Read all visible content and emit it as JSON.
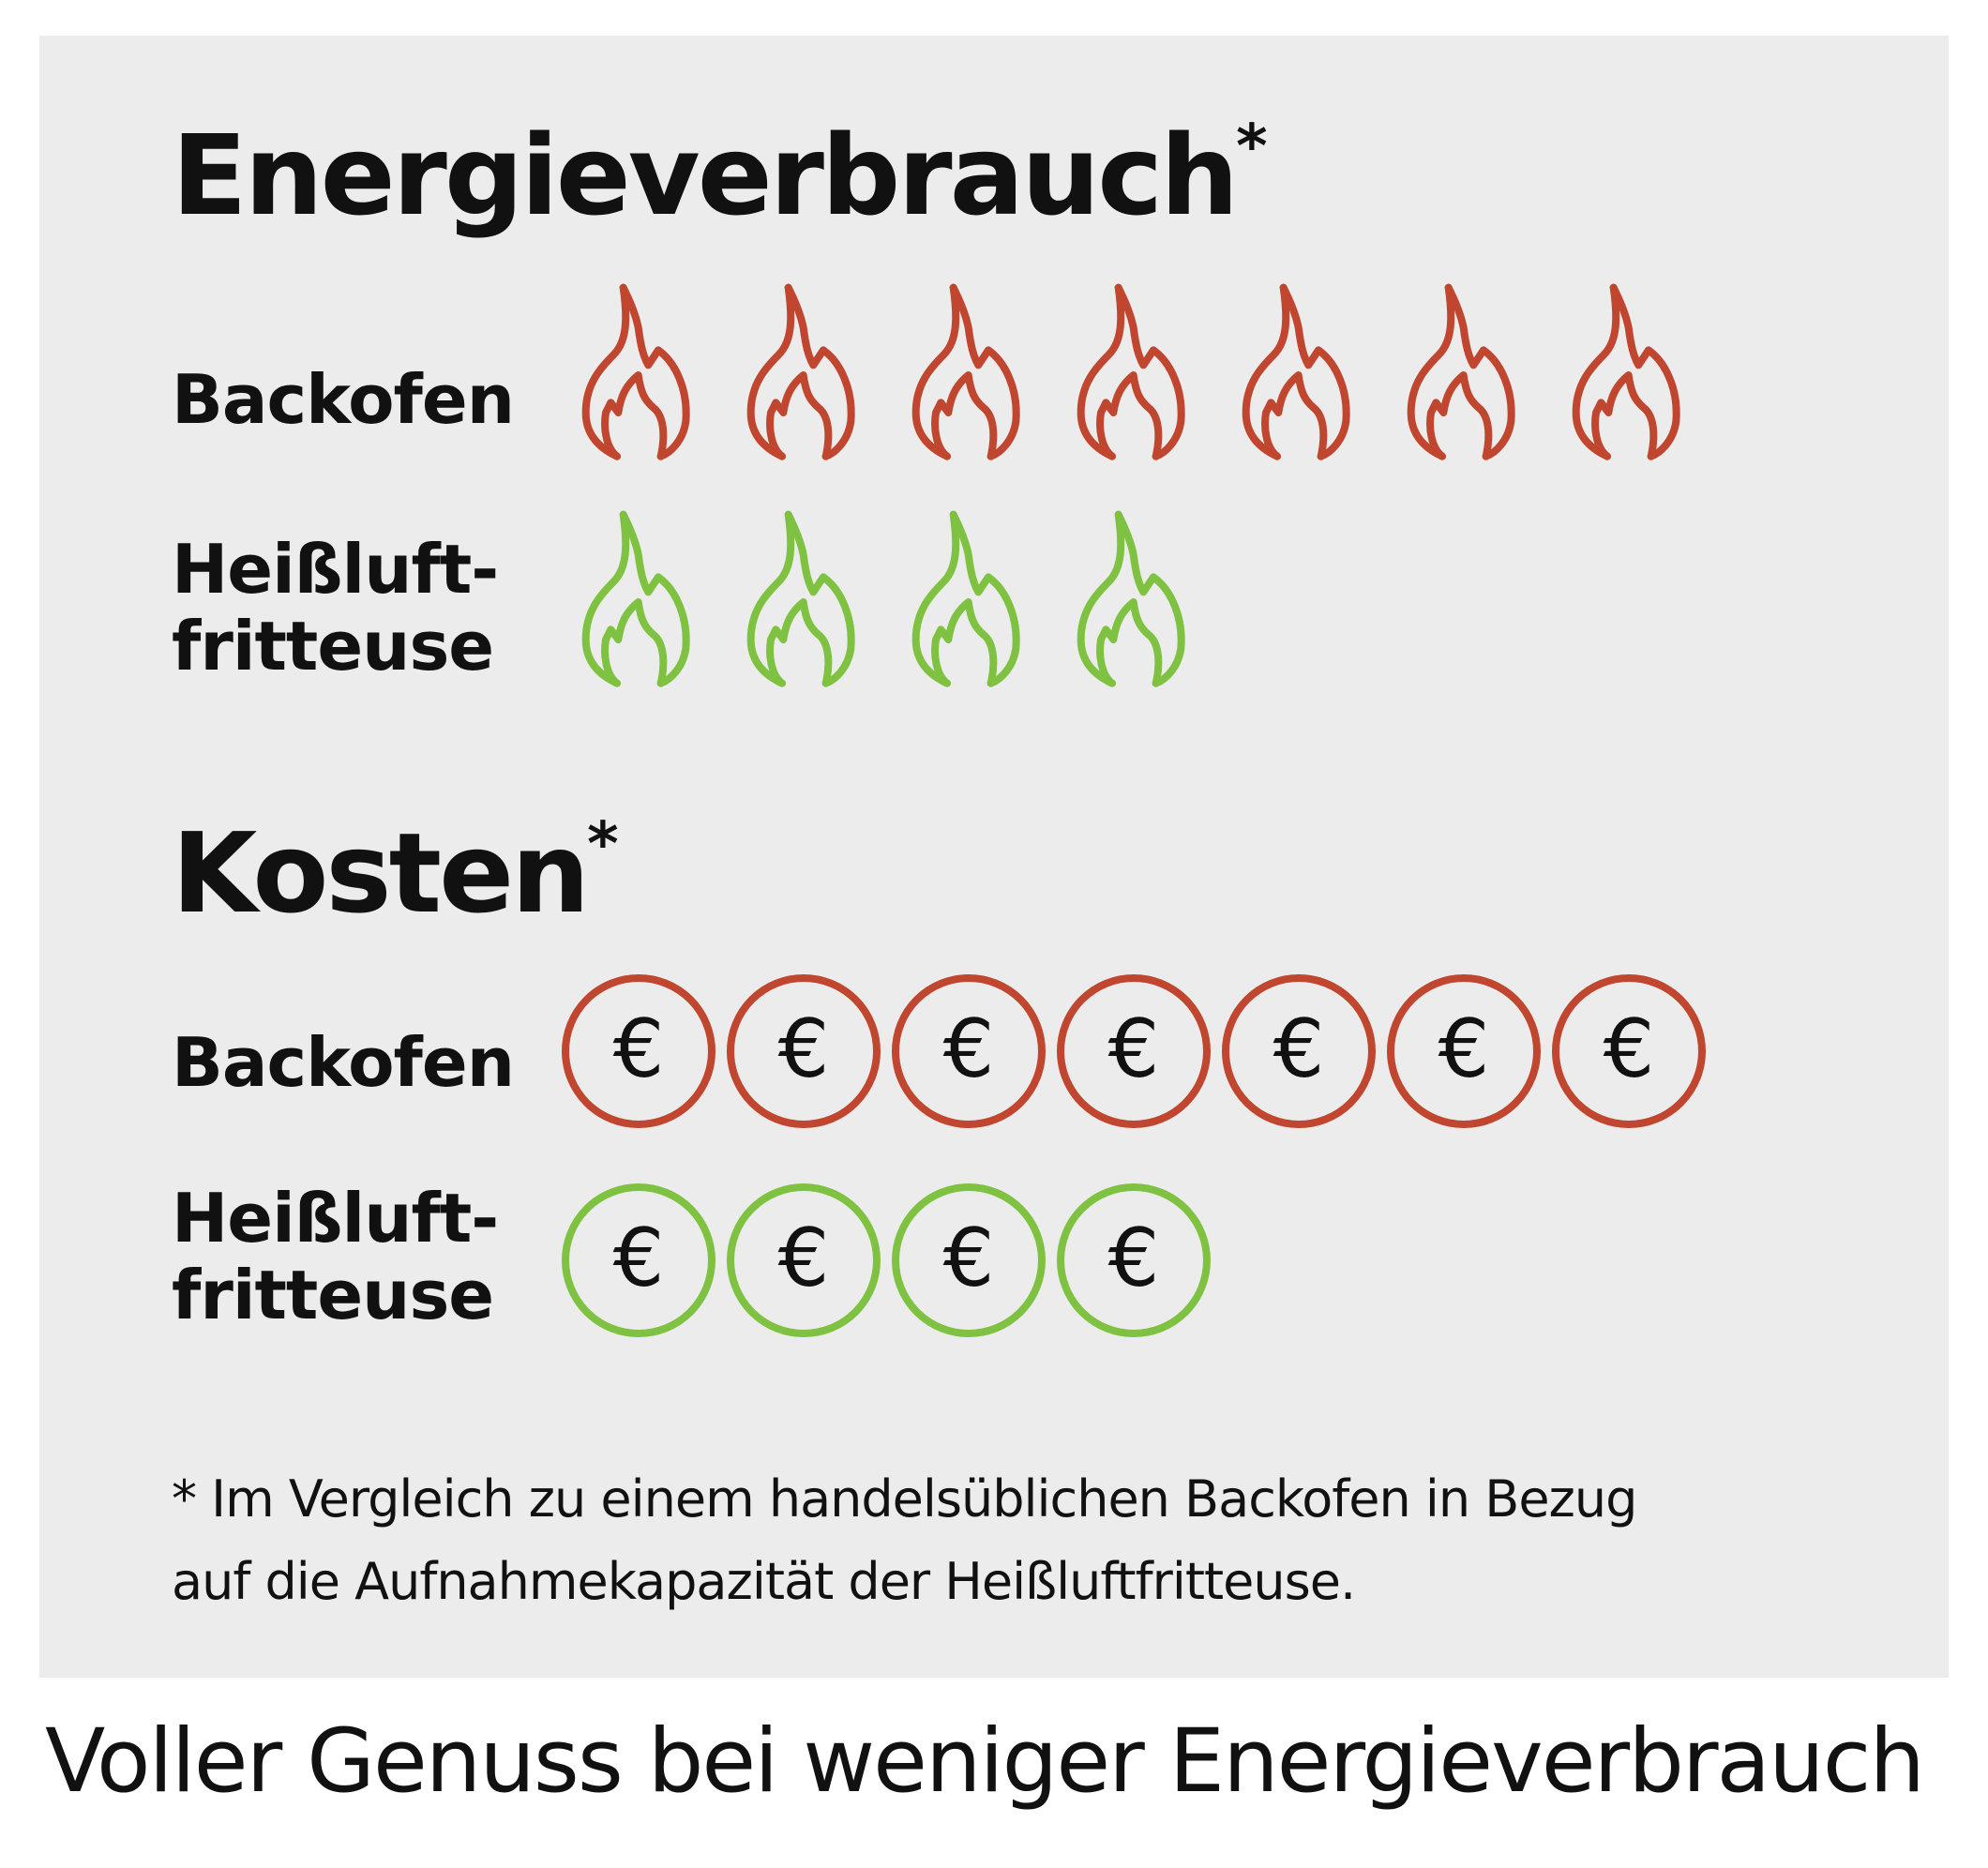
{
  "chart_data": [
    {
      "type": "pictogram",
      "title": "Energieverbrauch",
      "title_marker": "*",
      "icon": "flame-icon",
      "categories": [
        "Backofen",
        "Heißluft-fritteuse"
      ],
      "category_lines": [
        [
          "Backofen"
        ],
        [
          "Heißluft-",
          "fritteuse"
        ]
      ],
      "values": [
        7,
        4
      ],
      "colors": [
        "#c0462f",
        "#7fc241"
      ]
    },
    {
      "type": "pictogram",
      "title": "Kosten",
      "title_marker": "*",
      "icon": "euro-coin-icon",
      "symbol": "€",
      "categories": [
        "Backofen",
        "Heißluft-fritteuse"
      ],
      "category_lines": [
        [
          "Backofen"
        ],
        [
          "Heißluft-",
          "fritteuse"
        ]
      ],
      "values": [
        7,
        4
      ],
      "colors": [
        "#c0462f",
        "#7fc241"
      ]
    }
  ],
  "footnote": [
    "* Im Vergleich zu einem handelsüblichen Backofen in Bezug",
    "auf die Aufnahmekapazität der Heißluftfritteuse."
  ],
  "caption": "Voller Genuss bei weniger Energieverbrauch"
}
